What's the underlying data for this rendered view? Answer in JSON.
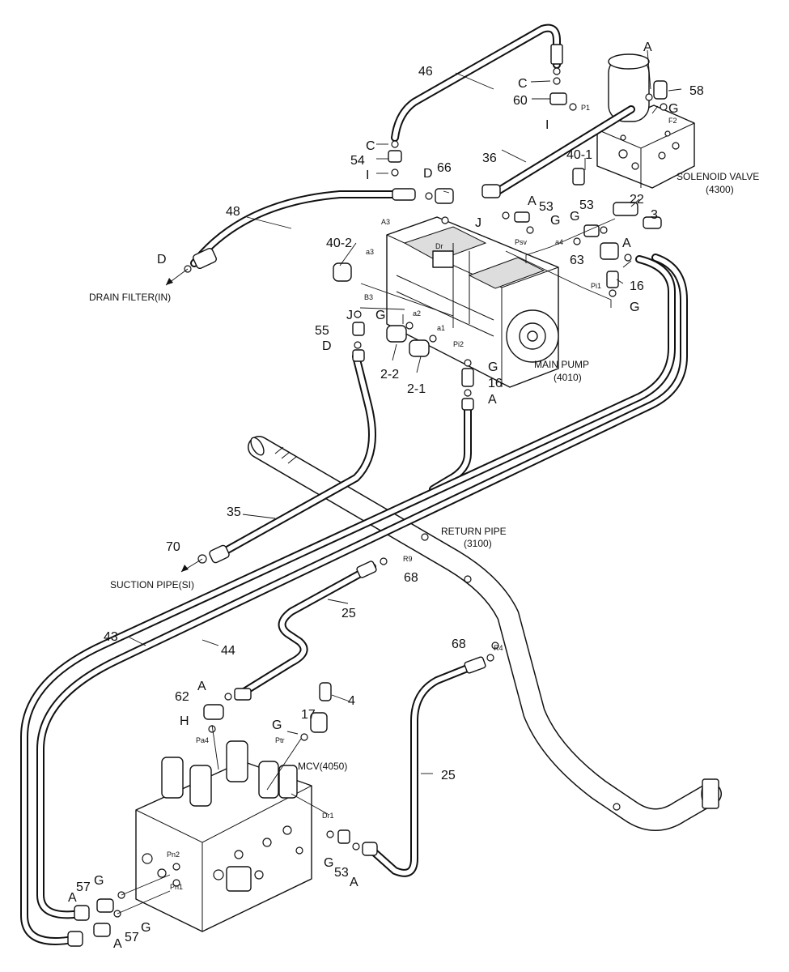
{
  "captions": {
    "solenoid_valve": "SOLENOID VALVE",
    "solenoid_valve_no": "(4300)",
    "main_pump": "MAIN PUMP",
    "main_pump_no": "(4010)",
    "return_pipe": "RETURN PIPE",
    "return_pipe_no": "(3100)",
    "drain_filter": "DRAIN FILTER(IN)",
    "suction_pipe": "SUCTION PIPE(SI)",
    "mcv": "MCV(4050)"
  },
  "callouts": {
    "p46": "46",
    "pA1": "A",
    "p58": "58",
    "pC1": "C",
    "p60": "60",
    "pG1": "G",
    "pI1": "I",
    "pC2": "C",
    "p54": "54",
    "pI2": "I",
    "pD1": "D",
    "p66": "66",
    "p36": "36",
    "p40_1": "40-1",
    "pA2": "A",
    "p53a": "53",
    "pG2": "G",
    "pJ1": "J",
    "p48": "48",
    "pG3": "G",
    "p53b": "53",
    "p22": "22",
    "p3": "3",
    "pA3": "A",
    "p40_2": "40-2",
    "pD2": "D",
    "p63": "63",
    "p16a": "16",
    "pG4": "G",
    "pJ2": "J",
    "pG5": "G",
    "p55": "55",
    "pD3": "D",
    "p2_2": "2-2",
    "p2_1": "2-1",
    "pG6": "G",
    "p16b": "16",
    "pA4": "A",
    "p35": "35",
    "p70": "70",
    "p68a": "68",
    "p25a": "25",
    "p43": "43",
    "p44": "44",
    "p68b": "68",
    "pA5": "A",
    "p62": "62",
    "p4": "4",
    "pH": "H",
    "p17": "17",
    "pG7": "G",
    "p25b": "25",
    "pA6": "A",
    "p57a": "57",
    "pG8": "G",
    "pG9": "G",
    "p53c": "53",
    "pA7": "A",
    "pA8": "A",
    "p57b": "57",
    "pG10": "G"
  },
  "ports": {
    "P1": "P1",
    "F2": "F2",
    "A3": "A3",
    "Dr": "Dr",
    "Psv": "Psv",
    "a4": "a4",
    "a3": "a3",
    "Pi1": "Pi1",
    "B3": "B3",
    "a2": "a2",
    "a1": "a1",
    "Pi2": "Pi2",
    "R9": "R9",
    "R4": "R4",
    "Pa4": "Pa4",
    "Ptr": "Ptr",
    "Dr1": "Dr1",
    "Pn2": "Pn2",
    "Pn1": "Pn1"
  }
}
